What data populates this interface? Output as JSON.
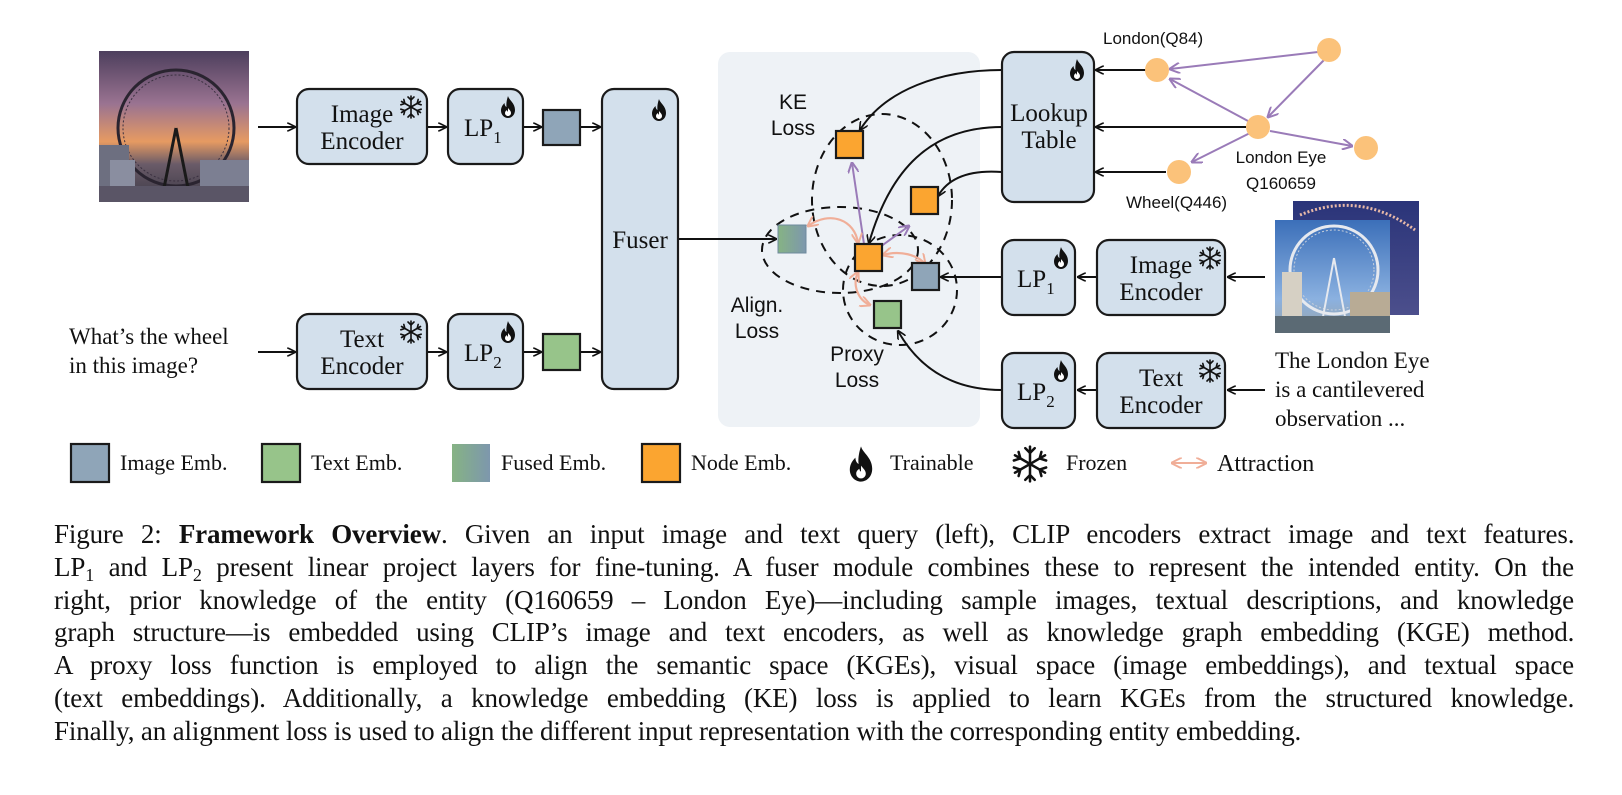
{
  "figure": {
    "colors": {
      "box_fill": "#d3e0ec",
      "box_stroke": "#1a1a1a",
      "image_emb": "#8fa5b8",
      "text_emb": "#97c48a",
      "fused_emb_from": "#86b384",
      "fused_emb_to": "#7d97ad",
      "node_emb": "#fba530",
      "graph_node": "#fbc27a",
      "graph_edge": "#9a7bb8",
      "attraction": "#f0ae98",
      "loss_panel": "#eef2f6"
    },
    "left": {
      "query_text_lines": [
        "What’s the wheel",
        "in this image?"
      ],
      "image_encoder": {
        "line1": "Image",
        "line2": "Encoder",
        "icon": "snowflake-icon"
      },
      "text_encoder": {
        "line1": "Text",
        "line2": "Encoder",
        "icon": "snowflake-icon"
      },
      "lp1": {
        "base": "LP",
        "sub": "1",
        "icon": "flame-icon"
      },
      "lp2": {
        "base": "LP",
        "sub": "2",
        "icon": "flame-icon"
      },
      "fuser": {
        "label": "Fuser",
        "icon": "flame-icon"
      }
    },
    "center": {
      "ke_loss": [
        "KE",
        "Loss"
      ],
      "align_loss": [
        "Align.",
        "Loss"
      ],
      "proxy_loss": [
        "Proxy",
        "Loss"
      ]
    },
    "right": {
      "lookup_table": {
        "line1": "Lookup",
        "line2": "Table",
        "icon": "flame-icon"
      },
      "image_encoder": {
        "line1": "Image",
        "line2": "Encoder",
        "icon": "snowflake-icon"
      },
      "text_encoder": {
        "line1": "Text",
        "line2": "Encoder",
        "icon": "snowflake-icon"
      },
      "lp1": {
        "base": "LP",
        "sub": "1",
        "icon": "flame-icon"
      },
      "lp2": {
        "base": "LP",
        "sub": "2",
        "icon": "flame-icon"
      },
      "graph_labels": {
        "london": "London(Q84)",
        "london_eye_line1": "London Eye",
        "london_eye_line2": "Q160659",
        "wheel": "Wheel(Q446)"
      },
      "description_lines": [
        "The London Eye",
        "is a cantilevered",
        "observation ..."
      ]
    },
    "legend": [
      {
        "key": "image_emb",
        "label": "Image Emb."
      },
      {
        "key": "text_emb",
        "label": "Text Emb."
      },
      {
        "key": "fused_emb",
        "label": "Fused Emb."
      },
      {
        "key": "node_emb",
        "label": "Node Emb."
      },
      {
        "key": "trainable",
        "label": "Trainable"
      },
      {
        "key": "frozen",
        "label": "Frozen"
      },
      {
        "key": "attraction",
        "label": "Attraction"
      }
    ]
  },
  "caption": {
    "figure_label": "Figure 2: ",
    "title": "Framework Overview",
    "line1_rest": ". Given an input image and text query (left), CLIP encoders extract image and text features.",
    "line2_a": "LP",
    "line2_sub1": "1",
    "line2_b": " and LP",
    "line2_sub2": "2",
    "line2_c": " present linear project layers for fine-tuning. A fuser module combines these to represent the intended entity. On the",
    "line3": "right, prior knowledge of the entity (Q160659 – London Eye)—including sample images, textual descriptions, and knowledge",
    "line4": "graph structure—is embedded using CLIP’s image and text encoders, as well as knowledge graph embedding (KGE) method.",
    "line5": "A proxy loss function is employed to align the semantic space (KGEs), visual space (image embeddings), and textual space",
    "line6": "(text embeddings). Additionally, a knowledge embedding (KE) loss is applied to learn KGEs from the structured knowledge.",
    "line7": "Finally, an alignment loss is used to align the different input representation with the corresponding entity embedding."
  }
}
